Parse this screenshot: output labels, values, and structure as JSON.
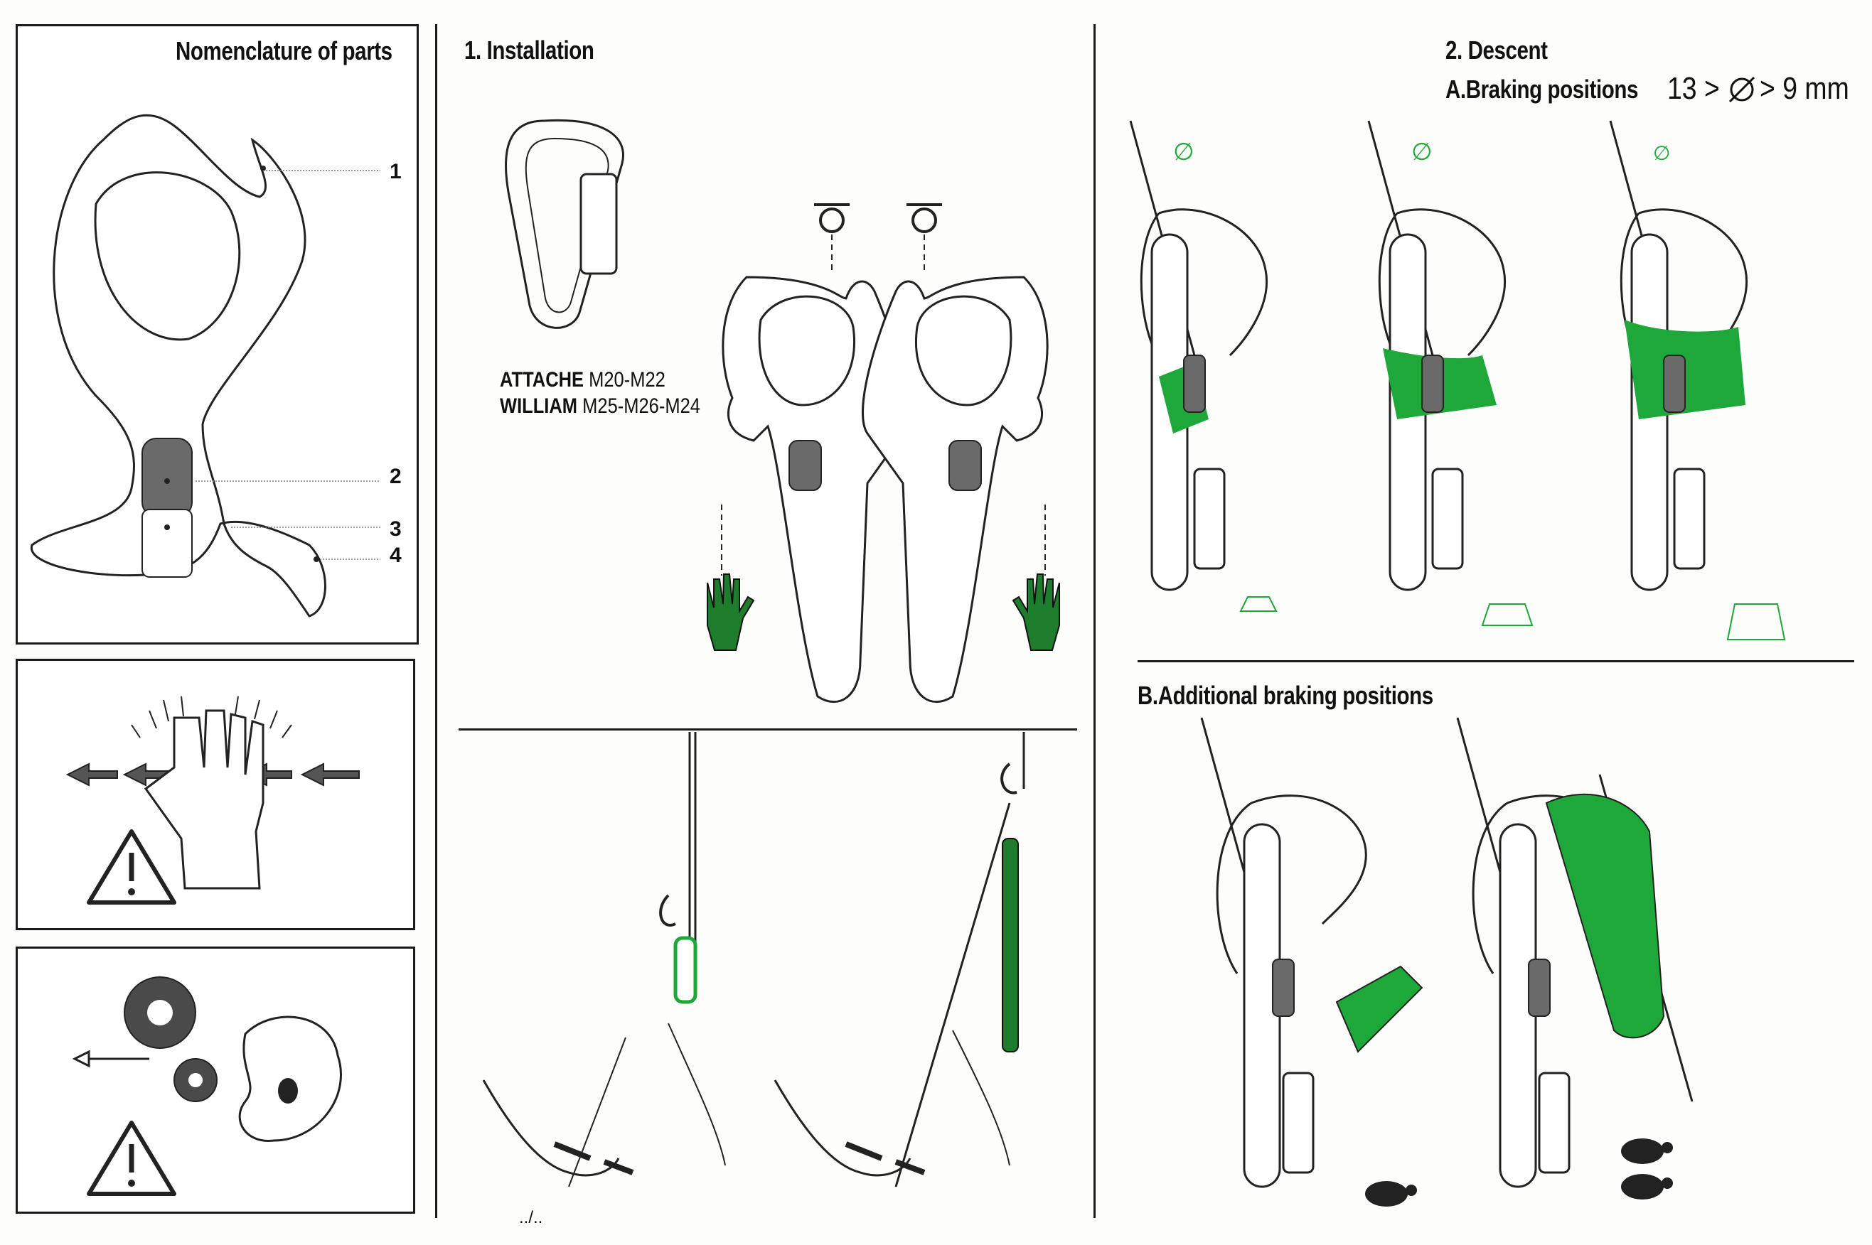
{
  "panels": {
    "nomenclature": {
      "title": "Nomenclature of parts",
      "callouts": [
        "1",
        "2",
        "3",
        "4"
      ]
    },
    "installation": {
      "title": "1. Installation",
      "carabiners": [
        {
          "name": "ATTACHE",
          "models": "M20-M22"
        },
        {
          "name": "WILLIAM",
          "models": "M25-M26-M24"
        }
      ]
    },
    "descent": {
      "title": "2. Descent",
      "section_a": "A.Braking positions",
      "diameter_range": {
        "max": "13 >",
        "min": "> 9 mm"
      },
      "section_b": "B.Additional braking positions"
    },
    "footer_mark": "../.."
  },
  "icons": [
    "warning-icon",
    "glove-icon",
    "gear-icon",
    "turtle-icon",
    "weight-icon",
    "diameter-icon"
  ],
  "colors": {
    "accent_green": "#1fa83a",
    "line": "#1a1a1a"
  }
}
